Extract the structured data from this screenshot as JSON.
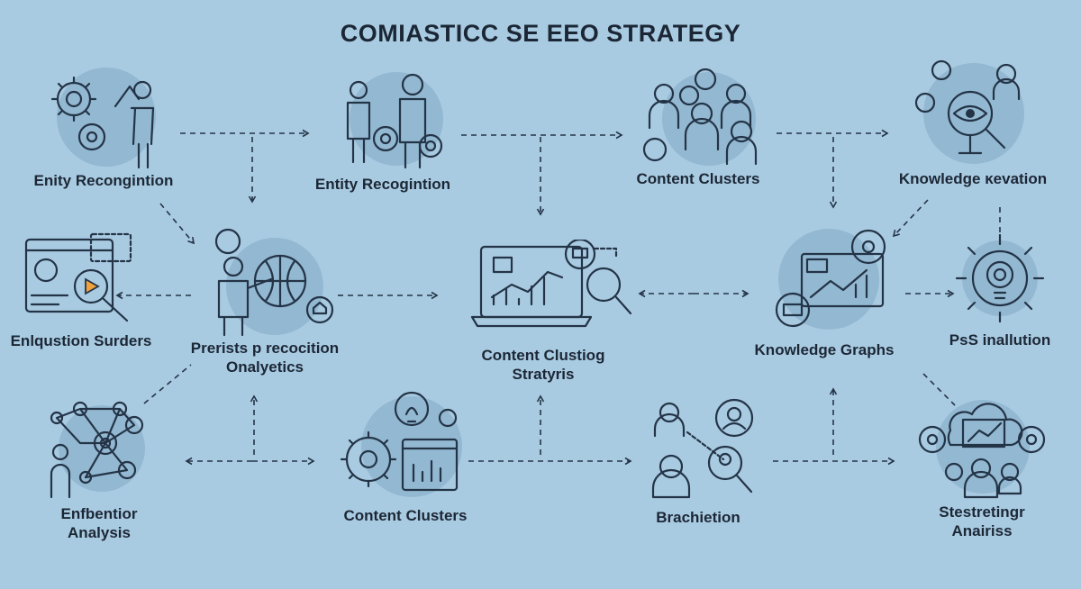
{
  "title": "COMIASTICC SE EEO STRATEGY",
  "colors": {
    "background": "#a9cbe2",
    "orange": "#f0a23c",
    "dark": "#243447",
    "blob": "#93b8d1"
  },
  "nodes": [
    {
      "id": "n1",
      "icon": "gears-person-icon",
      "lines": [
        "Enity Recongintion"
      ]
    },
    {
      "id": "n2",
      "icon": "team-gears-icon",
      "lines": [
        "Entity Recogintion"
      ]
    },
    {
      "id": "n3",
      "icon": "people-cluster-icon",
      "lines": [
        "Content Clusters"
      ]
    },
    {
      "id": "n4",
      "icon": "eye-magnifier-icon",
      "lines": [
        "Knowledge ĸevation"
      ]
    },
    {
      "id": "n5",
      "icon": "browser-video-icon",
      "lines": [
        "Enlqustion Surders"
      ]
    },
    {
      "id": "n6",
      "icon": "globe-presenter-icon",
      "lines": [
        "Prerists p recocition",
        "Onalyetics"
      ]
    },
    {
      "id": "n7",
      "icon": "laptop-chart-icon",
      "lines": [
        "Content Clustiog",
        "Stratyris"
      ]
    },
    {
      "id": "n8",
      "icon": "monitor-graph-icon",
      "lines": [
        "Knowledge Graphs"
      ]
    },
    {
      "id": "n9",
      "icon": "target-bulb-icon",
      "lines": [
        "PsS inallution"
      ]
    },
    {
      "id": "n10",
      "icon": "network-person-icon",
      "lines": [
        "Enfbentior",
        "Analysis"
      ]
    },
    {
      "id": "n11",
      "icon": "gear-bulb-chart-icon",
      "lines": [
        "Content Clusters"
      ]
    },
    {
      "id": "n12",
      "icon": "person-search-icon",
      "lines": [
        "Brachietion"
      ]
    },
    {
      "id": "n13",
      "icon": "cloud-team-icon",
      "lines": [
        "Stestretingr",
        "Anairiss"
      ]
    }
  ]
}
